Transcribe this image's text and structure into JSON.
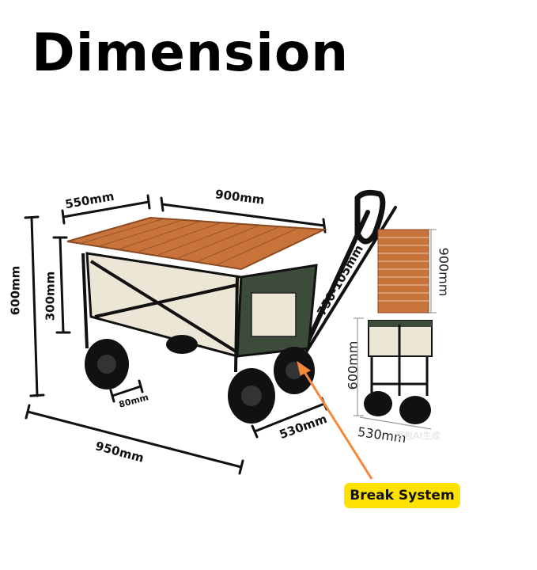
{
  "title": "Dimension",
  "dimensions": {
    "table_width": "550mm",
    "table_length": "900mm",
    "total_height": "600mm",
    "basket_height": "300mm",
    "handle_length": "750-105mm",
    "wheel_width": "80mm",
    "total_length": "950mm",
    "wheel_base": "530mm",
    "folded_table_length": "900mm",
    "folded_height": "600mm",
    "folded_width": "530mm"
  },
  "callout": "Break System",
  "watermark": "豆包AI生成",
  "colors": {
    "callout_bg": "#ffe100",
    "arrow": "#f7873a",
    "wood": "#c8733a",
    "fabric": "#ece6d6",
    "frame": "#111111"
  }
}
